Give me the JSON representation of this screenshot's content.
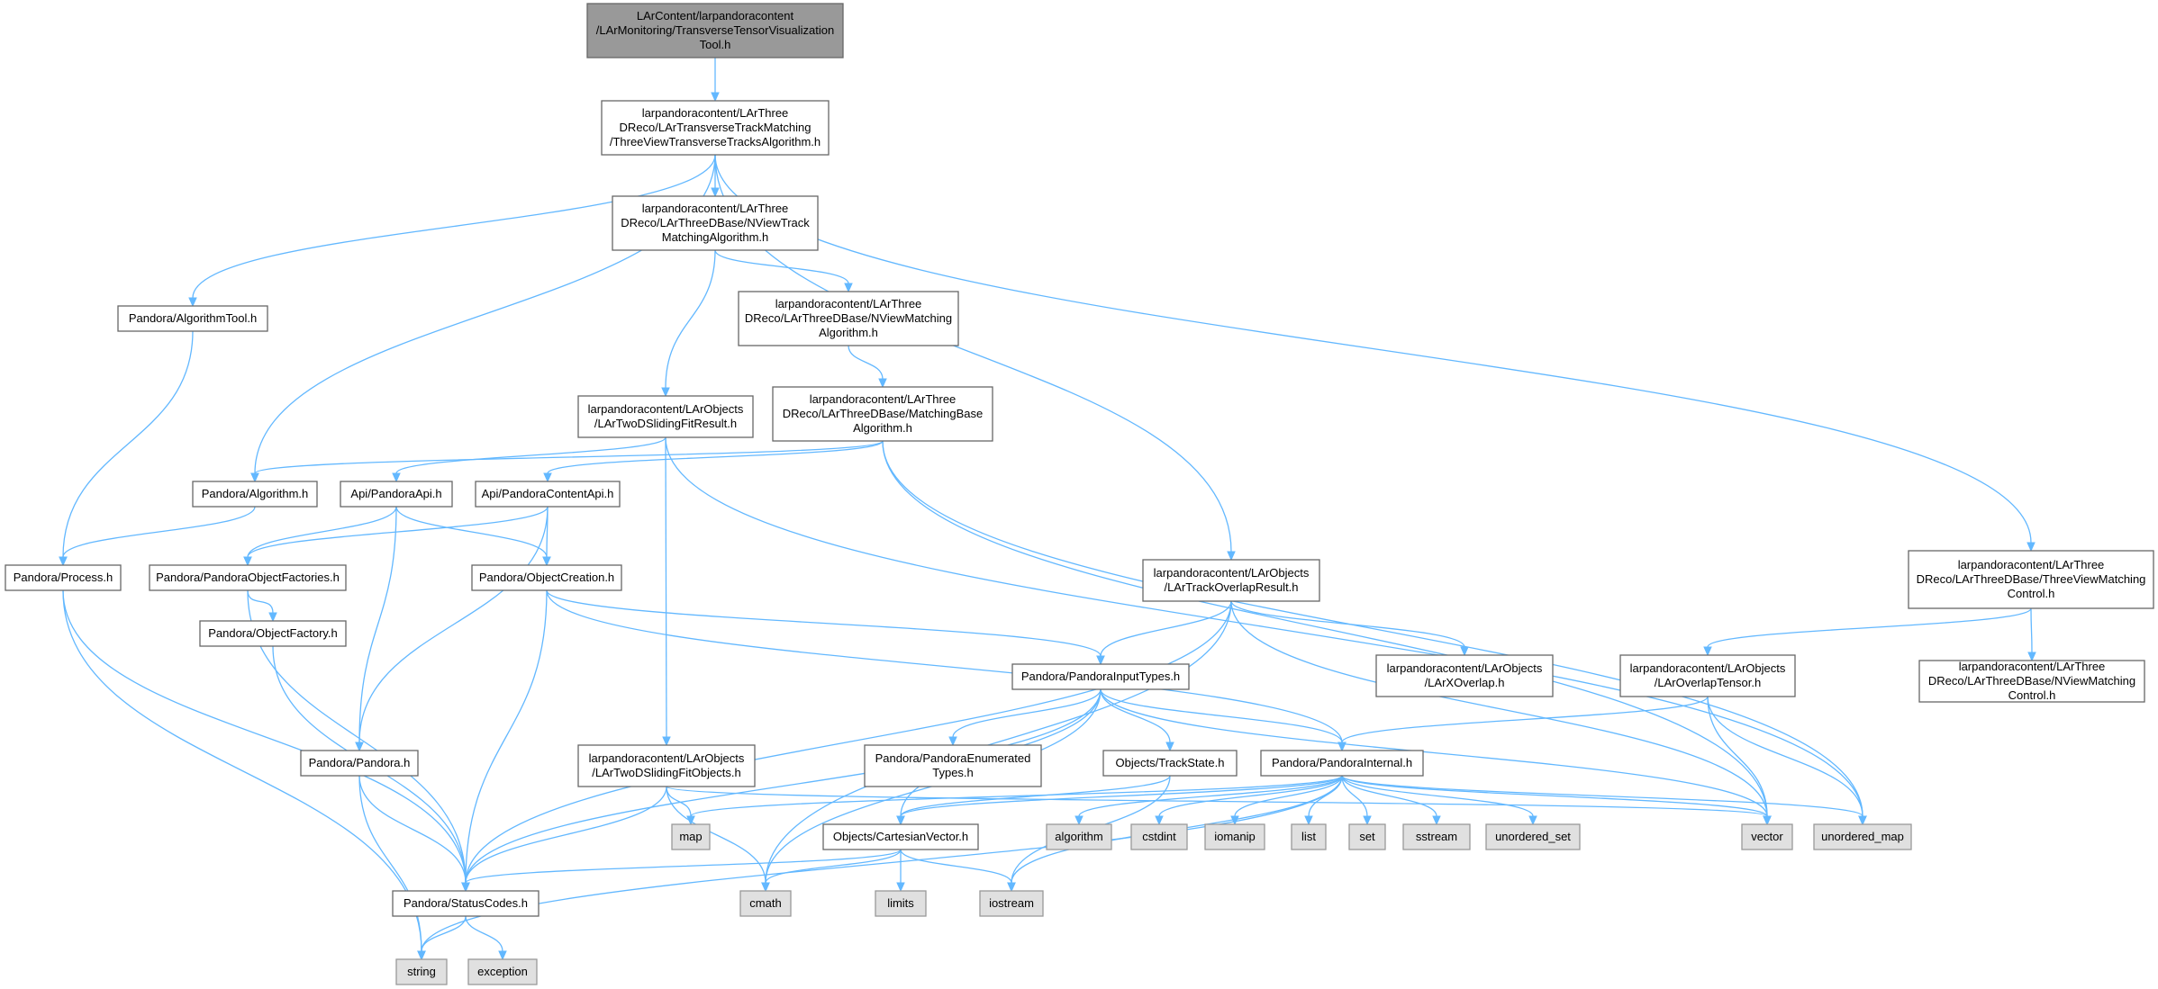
{
  "colors": {
    "edge": "#63b8ff",
    "root_fill": "#999999",
    "header_fill": "#ffffff",
    "system_fill": "#e0e0e0"
  },
  "nodes": [
    {
      "id": "root",
      "kind": "root",
      "lines": [
        "LArContent/larpandoracontent",
        "/LArMonitoring/TransverseTensorVisualization",
        "Tool.h"
      ]
    },
    {
      "id": "ttm",
      "kind": "header",
      "lines": [
        "larpandoracontent/LArThree",
        "DReco/LArTransverseTrackMatching",
        "/ThreeViewTransverseTracksAlgorithm.h"
      ]
    },
    {
      "id": "nvtm",
      "kind": "header",
      "lines": [
        "larpandoracontent/LArThree",
        "DReco/LArThreeDBase/NViewTrack",
        "MatchingAlgorithm.h"
      ]
    },
    {
      "id": "nvm",
      "kind": "header",
      "lines": [
        "larpandoracontent/LArThree",
        "DReco/LArThreeDBase/NViewMatching",
        "Algorithm.h"
      ]
    },
    {
      "id": "mba",
      "kind": "header",
      "lines": [
        "larpandoracontent/LArThree",
        "DReco/LArThreeDBase/MatchingBase",
        "Algorithm.h"
      ]
    },
    {
      "id": "algtool",
      "kind": "header",
      "lines": [
        "Pandora/AlgorithmTool.h"
      ]
    },
    {
      "id": "tdsfr",
      "kind": "header",
      "lines": [
        "larpandoracontent/LArObjects",
        "/LArTwoDSlidingFitResult.h"
      ]
    },
    {
      "id": "alg",
      "kind": "header",
      "lines": [
        "Pandora/Algorithm.h"
      ]
    },
    {
      "id": "api",
      "kind": "header",
      "lines": [
        "Api/PandoraApi.h"
      ]
    },
    {
      "id": "capi",
      "kind": "header",
      "lines": [
        "Api/PandoraContentApi.h"
      ]
    },
    {
      "id": "proc",
      "kind": "header",
      "lines": [
        "Pandora/Process.h"
      ]
    },
    {
      "id": "pof",
      "kind": "header",
      "lines": [
        "Pandora/PandoraObjectFactories.h"
      ]
    },
    {
      "id": "oc",
      "kind": "header",
      "lines": [
        "Pandora/ObjectCreation.h"
      ]
    },
    {
      "id": "tor",
      "kind": "header",
      "lines": [
        "larpandoracontent/LArObjects",
        "/LArTrackOverlapResult.h"
      ]
    },
    {
      "id": "tvmc",
      "kind": "header",
      "lines": [
        "larpandoracontent/LArThree",
        "DReco/LArThreeDBase/ThreeViewMatching",
        "Control.h"
      ]
    },
    {
      "id": "of",
      "kind": "header",
      "lines": [
        "Pandora/ObjectFactory.h"
      ]
    },
    {
      "id": "pit",
      "kind": "header",
      "lines": [
        "Pandora/PandoraInputTypes.h"
      ]
    },
    {
      "id": "xo",
      "kind": "header",
      "lines": [
        "larpandoracontent/LArObjects",
        "/LArXOverlap.h"
      ]
    },
    {
      "id": "ot",
      "kind": "header",
      "lines": [
        "larpandoracontent/LArObjects",
        "/LArOverlapTensor.h"
      ]
    },
    {
      "id": "nvmc",
      "kind": "header",
      "lines": [
        "larpandoracontent/LArThree",
        "DReco/LArThreeDBase/NViewMatching",
        "Control.h"
      ]
    },
    {
      "id": "pandora",
      "kind": "header",
      "lines": [
        "Pandora/Pandora.h"
      ]
    },
    {
      "id": "tdsfo",
      "kind": "header",
      "lines": [
        "larpandoracontent/LArObjects",
        "/LArTwoDSlidingFitObjects.h"
      ]
    },
    {
      "id": "pet",
      "kind": "header",
      "lines": [
        "Pandora/PandoraEnumerated",
        "Types.h"
      ]
    },
    {
      "id": "ts",
      "kind": "header",
      "lines": [
        "Objects/TrackState.h"
      ]
    },
    {
      "id": "pi",
      "kind": "header",
      "lines": [
        "Pandora/PandoraInternal.h"
      ]
    },
    {
      "id": "map",
      "kind": "system",
      "lines": [
        "map"
      ]
    },
    {
      "id": "cv",
      "kind": "header",
      "lines": [
        "Objects/CartesianVector.h"
      ]
    },
    {
      "id": "algorithm",
      "kind": "system",
      "lines": [
        "algorithm"
      ]
    },
    {
      "id": "cstdint",
      "kind": "system",
      "lines": [
        "cstdint"
      ]
    },
    {
      "id": "iomanip",
      "kind": "system",
      "lines": [
        "iomanip"
      ]
    },
    {
      "id": "list",
      "kind": "system",
      "lines": [
        "list"
      ]
    },
    {
      "id": "set",
      "kind": "system",
      "lines": [
        "set"
      ]
    },
    {
      "id": "sstream",
      "kind": "system",
      "lines": [
        "sstream"
      ]
    },
    {
      "id": "uset",
      "kind": "system",
      "lines": [
        "unordered_set"
      ]
    },
    {
      "id": "vector",
      "kind": "system",
      "lines": [
        "vector"
      ]
    },
    {
      "id": "umap",
      "kind": "system",
      "lines": [
        "unordered_map"
      ]
    },
    {
      "id": "sc",
      "kind": "header",
      "lines": [
        "Pandora/StatusCodes.h"
      ]
    },
    {
      "id": "cmath",
      "kind": "system",
      "lines": [
        "cmath"
      ]
    },
    {
      "id": "limits",
      "kind": "system",
      "lines": [
        "limits"
      ]
    },
    {
      "id": "iostream",
      "kind": "system",
      "lines": [
        "iostream"
      ]
    },
    {
      "id": "string",
      "kind": "system",
      "lines": [
        "string"
      ]
    },
    {
      "id": "exception",
      "kind": "system",
      "lines": [
        "exception"
      ]
    }
  ],
  "edges": [
    [
      "root",
      "ttm"
    ],
    [
      "ttm",
      "nvtm"
    ],
    [
      "ttm",
      "algtool"
    ],
    [
      "ttm",
      "alg"
    ],
    [
      "ttm",
      "tor"
    ],
    [
      "ttm",
      "tvmc"
    ],
    [
      "nvtm",
      "nvm"
    ],
    [
      "nvtm",
      "tdsfr"
    ],
    [
      "nvm",
      "mba"
    ],
    [
      "mba",
      "alg"
    ],
    [
      "mba",
      "capi"
    ],
    [
      "mba",
      "vector"
    ],
    [
      "mba",
      "umap"
    ],
    [
      "algtool",
      "proc"
    ],
    [
      "tdsfr",
      "api"
    ],
    [
      "tdsfr",
      "tdsfo"
    ],
    [
      "tdsfr",
      "umap"
    ],
    [
      "alg",
      "proc"
    ],
    [
      "api",
      "pof"
    ],
    [
      "api",
      "oc"
    ],
    [
      "api",
      "pandora"
    ],
    [
      "capi",
      "pof"
    ],
    [
      "capi",
      "oc"
    ],
    [
      "capi",
      "pandora"
    ],
    [
      "proc",
      "sc"
    ],
    [
      "proc",
      "string"
    ],
    [
      "pof",
      "of"
    ],
    [
      "pof",
      "sc"
    ],
    [
      "oc",
      "pit"
    ],
    [
      "oc",
      "pi"
    ],
    [
      "oc",
      "sc"
    ],
    [
      "of",
      "sc"
    ],
    [
      "tor",
      "pit"
    ],
    [
      "tor",
      "xo"
    ],
    [
      "tor",
      "sc"
    ],
    [
      "tor",
      "cmath"
    ],
    [
      "tor",
      "vector"
    ],
    [
      "tvmc",
      "ot"
    ],
    [
      "tvmc",
      "nvmc"
    ],
    [
      "ot",
      "pi"
    ],
    [
      "ot",
      "vector"
    ],
    [
      "ot",
      "umap"
    ],
    [
      "pit",
      "pet"
    ],
    [
      "pit",
      "ts"
    ],
    [
      "pit",
      "pi"
    ],
    [
      "pit",
      "cv"
    ],
    [
      "pit",
      "sc"
    ],
    [
      "pit",
      "cmath"
    ],
    [
      "pit",
      "vector"
    ],
    [
      "pandora",
      "sc"
    ],
    [
      "pandora",
      "string"
    ],
    [
      "tdsfo",
      "map"
    ],
    [
      "tdsfo",
      "sc"
    ],
    [
      "tdsfo",
      "cmath"
    ],
    [
      "tdsfo",
      "vector"
    ],
    [
      "ts",
      "cv"
    ],
    [
      "ts",
      "iostream"
    ],
    [
      "pi",
      "map"
    ],
    [
      "pi",
      "algorithm"
    ],
    [
      "pi",
      "cstdint"
    ],
    [
      "pi",
      "iomanip"
    ],
    [
      "pi",
      "list"
    ],
    [
      "pi",
      "set"
    ],
    [
      "pi",
      "sstream"
    ],
    [
      "pi",
      "uset"
    ],
    [
      "pi",
      "vector"
    ],
    [
      "pi",
      "umap"
    ],
    [
      "pi",
      "cv"
    ],
    [
      "pi",
      "iostream"
    ],
    [
      "pi",
      "string"
    ],
    [
      "cv",
      "sc"
    ],
    [
      "cv",
      "cmath"
    ],
    [
      "cv",
      "limits"
    ],
    [
      "cv",
      "iostream"
    ],
    [
      "sc",
      "string"
    ],
    [
      "sc",
      "exception"
    ]
  ]
}
